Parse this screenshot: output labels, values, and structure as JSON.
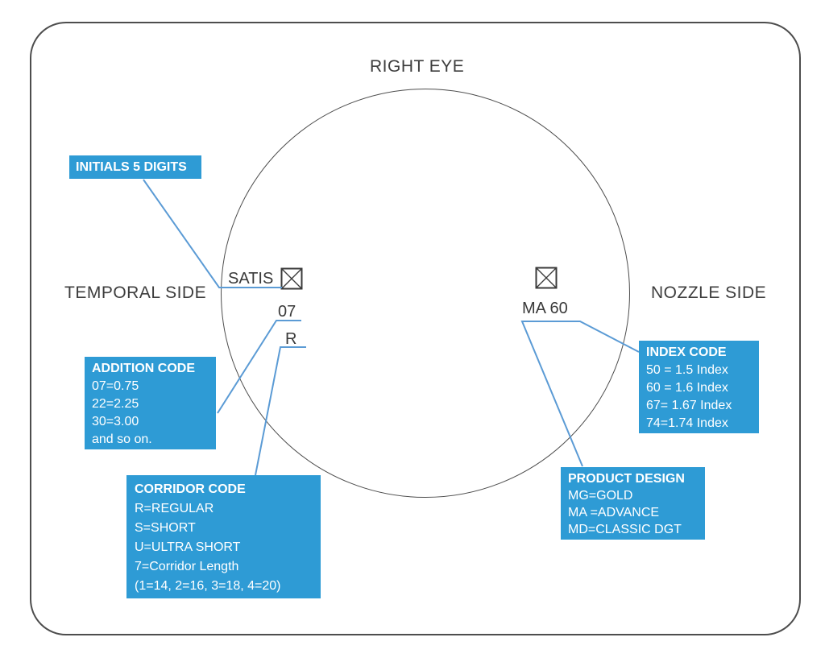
{
  "diagram": {
    "title": "RIGHT EYE",
    "side_labels": {
      "left": "TEMPORAL SIDE",
      "right": "NOZZLE SIDE"
    },
    "engravings": {
      "initials_value": "SATIS",
      "addition_value": "07",
      "corridor_value": "R",
      "index_product_value": "MA 60"
    },
    "icons": {
      "engraving_mark": "crossed-square"
    },
    "callouts": {
      "initials": {
        "title": "INITIALS 5 DIGITS"
      },
      "addition": {
        "title": "ADDITION CODE",
        "lines": [
          "07=0.75",
          "22=2.25",
          "30=3.00",
          "and so on."
        ]
      },
      "corridor": {
        "title": "CORRIDOR CODE",
        "lines": [
          "R=REGULAR",
          "S=SHORT",
          "U=ULTRA SHORT",
          "7=Corridor Length",
          "(1=14, 2=16, 3=18, 4=20)"
        ]
      },
      "index": {
        "title": "INDEX CODE",
        "lines": [
          "50 = 1.5 Index",
          "60 = 1.6 Index",
          "67= 1.67 Index",
          "74=1.74 Index"
        ]
      },
      "product": {
        "title": "PRODUCT DESIGN",
        "lines": [
          "MG=GOLD",
          "MA =ADVANCE",
          "MD=CLASSIC DGT"
        ]
      }
    },
    "colors": {
      "callout_bg": "#2E9BD5",
      "leader_line": "#5B9BD5",
      "outline": "#4D4D4D",
      "text_dark": "#3D3D3D"
    }
  }
}
